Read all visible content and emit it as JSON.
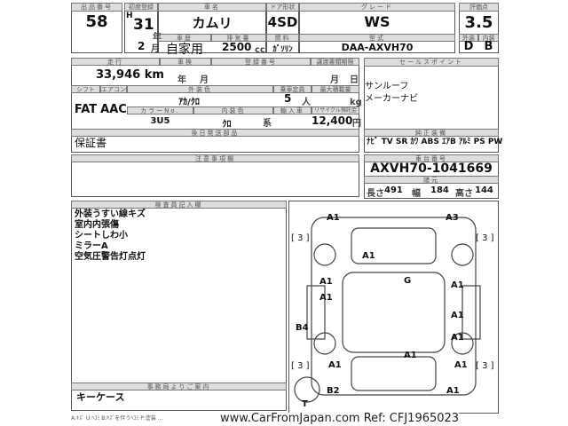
{
  "lot": {
    "label": "出品番号",
    "value": "58"
  },
  "first_reg": {
    "label": "初度登録",
    "era": "H",
    "year": "31",
    "year_unit": "年",
    "month": "2",
    "month_unit": "月"
  },
  "car_name": {
    "label": "車名",
    "value": "カムリ"
  },
  "door": {
    "label": "ドア形状",
    "value": "4SD"
  },
  "grade": {
    "label": "グレード",
    "value": "WS"
  },
  "score": {
    "label": "評価点",
    "value": "3.5",
    "ext_label": "外装",
    "int_label": "内装",
    "ext": "D",
    "int": "B"
  },
  "usage": {
    "label": "車歴",
    "value": "自家用"
  },
  "displacement": {
    "label": "排気量",
    "value": "2500",
    "unit": "cc"
  },
  "fuel": {
    "label": "燃料",
    "value": "ｶﾞｿﾘﾝ"
  },
  "model": {
    "label": "型式",
    "value": "DAA-AXVH70"
  },
  "mileage": {
    "label": "走行",
    "value": "33,946 km"
  },
  "inspection": {
    "label": "車検",
    "year_unit": "年",
    "month_unit": "月"
  },
  "reg_no": {
    "label": "登録番号"
  },
  "transfer": {
    "label": "譲渡書類期限",
    "month_unit": "月",
    "day_unit": "日"
  },
  "shift": {
    "label": "シフト",
    "value": "FAT"
  },
  "ac": {
    "label": "エアコン",
    "value": "AAC"
  },
  "ext_color": {
    "label": "外装色",
    "value": "ｱｶ/ｸﾛ"
  },
  "capacity": {
    "label": "乗車定員",
    "value": "5",
    "unit": "人"
  },
  "load": {
    "label": "最大積載量",
    "unit": "kg"
  },
  "color_no": {
    "label": "カラーNo.",
    "value": "3U5"
  },
  "int_color": {
    "label": "内装色",
    "value": "ｸﾛ",
    "unit": "系"
  },
  "import": {
    "label": "輸入車"
  },
  "recycle": {
    "label": "リサイクル預託金",
    "value": "12,400",
    "unit": "円"
  },
  "later_parts": {
    "label": "後日発送部品",
    "value": "保証書"
  },
  "notes": {
    "label": "注意事項欄"
  },
  "sales_points": {
    "label": "セールスポイント",
    "items": [
      "サンルーフ",
      "メーカーナビ"
    ]
  },
  "equipment": {
    "label": "純正装備",
    "value": "ﾅﾋﾞ TV SR ｶﾜ ABS ｴｱB ｱﾙﾐ PS PW"
  },
  "chassis": {
    "label": "車台番号",
    "value": "AXVH70-1041669"
  },
  "dimensions": {
    "label": "諸元",
    "length_label": "長さ",
    "length": "491",
    "width_label": "幅",
    "width": "184",
    "height_label": "高さ",
    "height": "144"
  },
  "inspector": {
    "label": "検査員記入欄",
    "items": [
      "外装うすい線キズ",
      "室内内張傷",
      "シートしわ小",
      "ミラーA",
      "空気圧警告灯点灯"
    ]
  },
  "office": {
    "label": "事務局よりご案内",
    "value": "キーケース"
  },
  "diagram_marks": [
    "A1",
    "A3",
    "A1",
    "A1",
    "G",
    "A1",
    "A1",
    "A1",
    "B4",
    "A1",
    "A1",
    "A1",
    "A1",
    "B2",
    "A1",
    "T",
    "[ 3 ]",
    "[ 3 ]",
    "[ 3 ]",
    "[ 3 ]"
  ],
  "footer": {
    "legend": "A:ｷｽﾞ U:ﾍｺﾐ B:ｷｽﾞを伴うﾍｺﾐ P:塗装 ...",
    "watermark": "www.CarFromJapan.com Ref: CFJ1965023"
  }
}
